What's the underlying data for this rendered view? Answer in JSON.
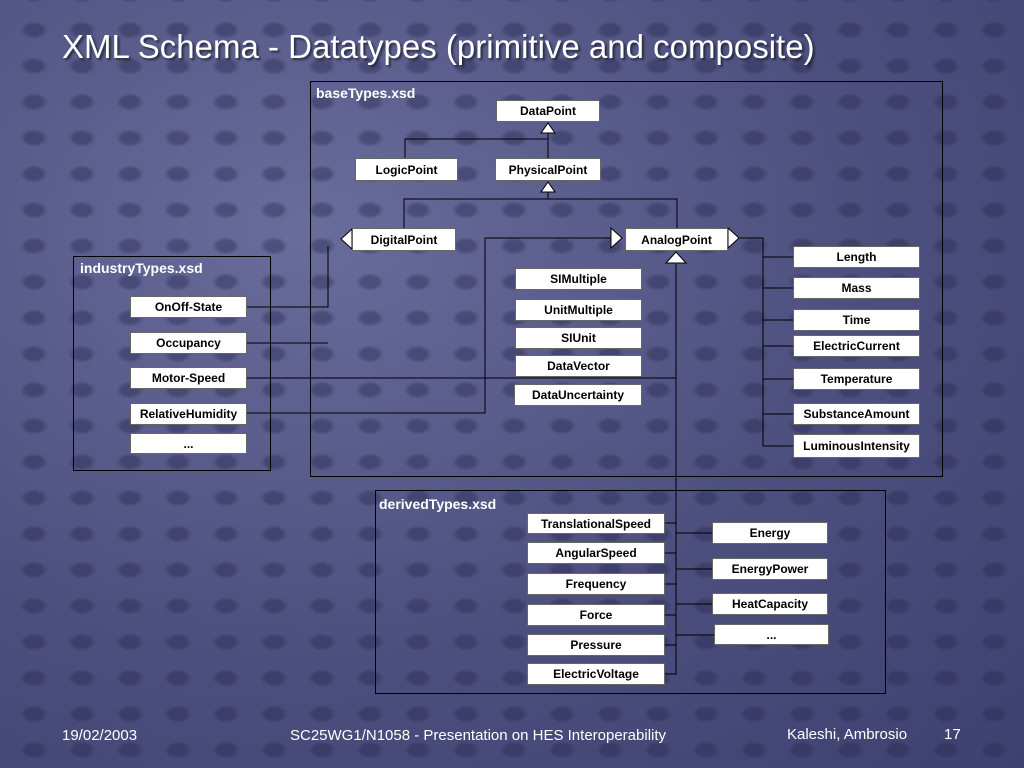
{
  "slide": {
    "title": "XML Schema -  Datatypes (primitive and composite)",
    "footer": {
      "date": "19/02/2003",
      "center": "SC25WG1/N1058 - Presentation on HES Interoperability",
      "author": "Kaleshi, Ambrosio",
      "page": "17"
    }
  },
  "packages": {
    "base": "baseTypes.xsd",
    "industry": "industryTypes.xsd",
    "derived": "derivedTypes.xsd"
  },
  "base": {
    "datapoint": "DataPoint",
    "logic": "LogicPoint",
    "physical": "PhysicalPoint",
    "digital": "DigitalPoint",
    "analog": "AnalogPoint",
    "middle": [
      "SIMultiple",
      "UnitMultiple",
      "SIUnit",
      "DataVector",
      "DataUncertainty"
    ],
    "right": [
      "Length",
      "Mass",
      "Time",
      "ElectricCurrent",
      "Temperature",
      "SubstanceAmount",
      "LuminousIntensity"
    ]
  },
  "industry": [
    "OnOff-State",
    "Occupancy",
    "Motor-Speed",
    "RelativeHumidity",
    "..."
  ],
  "derived": {
    "left": [
      "TranslationalSpeed",
      "AngularSpeed",
      "Frequency",
      "Force",
      "Pressure",
      "ElectricVoltage"
    ],
    "right": [
      "Energy",
      "EnergyPower",
      "HeatCapacity",
      "..."
    ]
  },
  "colors": {
    "background": "#4d4f7e",
    "box": "#ffffff",
    "line": "#000000",
    "text": "#ffffff"
  }
}
